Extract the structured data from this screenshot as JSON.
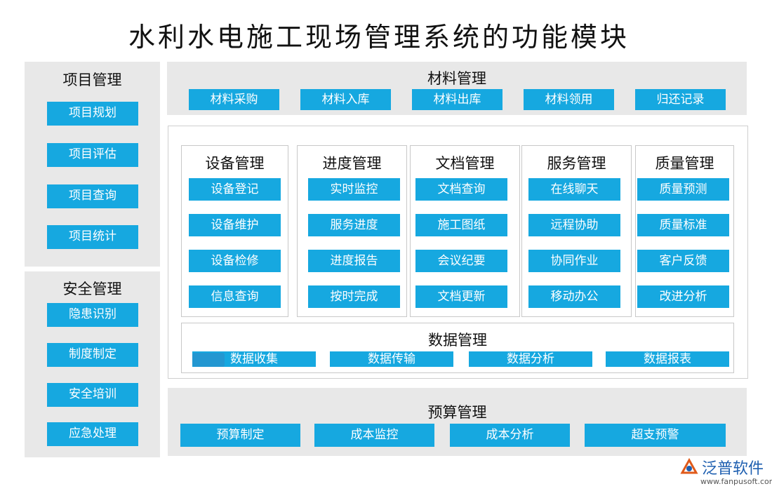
{
  "title": "水利水电施工现场管理系统的功能模块",
  "project": {
    "heading": "项目管理",
    "items": [
      "项目规划",
      "项目评估",
      "项目查询",
      "项目统计"
    ]
  },
  "safety": {
    "heading": "安全管理",
    "items": [
      "隐患识别",
      "制度制定",
      "安全培训",
      "应急处理"
    ]
  },
  "material": {
    "heading": "材料管理",
    "items": [
      "材料采购",
      "材料入库",
      "材料出库",
      "材料领用",
      "归还记录"
    ]
  },
  "modules": [
    {
      "heading": "设备管理",
      "items": [
        "设备登记",
        "设备维护",
        "设备检修",
        "信息查询"
      ]
    },
    {
      "heading": "进度管理",
      "items": [
        "实时监控",
        "服务进度",
        "进度报告",
        "按时完成"
      ]
    },
    {
      "heading": "文档管理",
      "items": [
        "文档查询",
        "施工图纸",
        "会议纪要",
        "文档更新"
      ]
    },
    {
      "heading": "服务管理",
      "items": [
        "在线聊天",
        "远程协助",
        "协同作业",
        "移动办公"
      ]
    },
    {
      "heading": "质量管理",
      "items": [
        "质量预测",
        "质量标准",
        "客户反馈",
        "改进分析"
      ]
    }
  ],
  "data_mgmt": {
    "heading": "数据管理",
    "items": [
      "数据收集",
      "数据传输",
      "数据分析",
      "数据报表"
    ]
  },
  "budget": {
    "heading": "预算管理",
    "items": [
      "预算制定",
      "成本监控",
      "成本分析",
      "超支预警"
    ]
  },
  "logo": {
    "name": "泛普软件",
    "url": "www.fanpusoft.com"
  },
  "colors": {
    "button": "#16a8e0",
    "panel": "#e8e8e8",
    "logo": "#1e5fb0"
  }
}
